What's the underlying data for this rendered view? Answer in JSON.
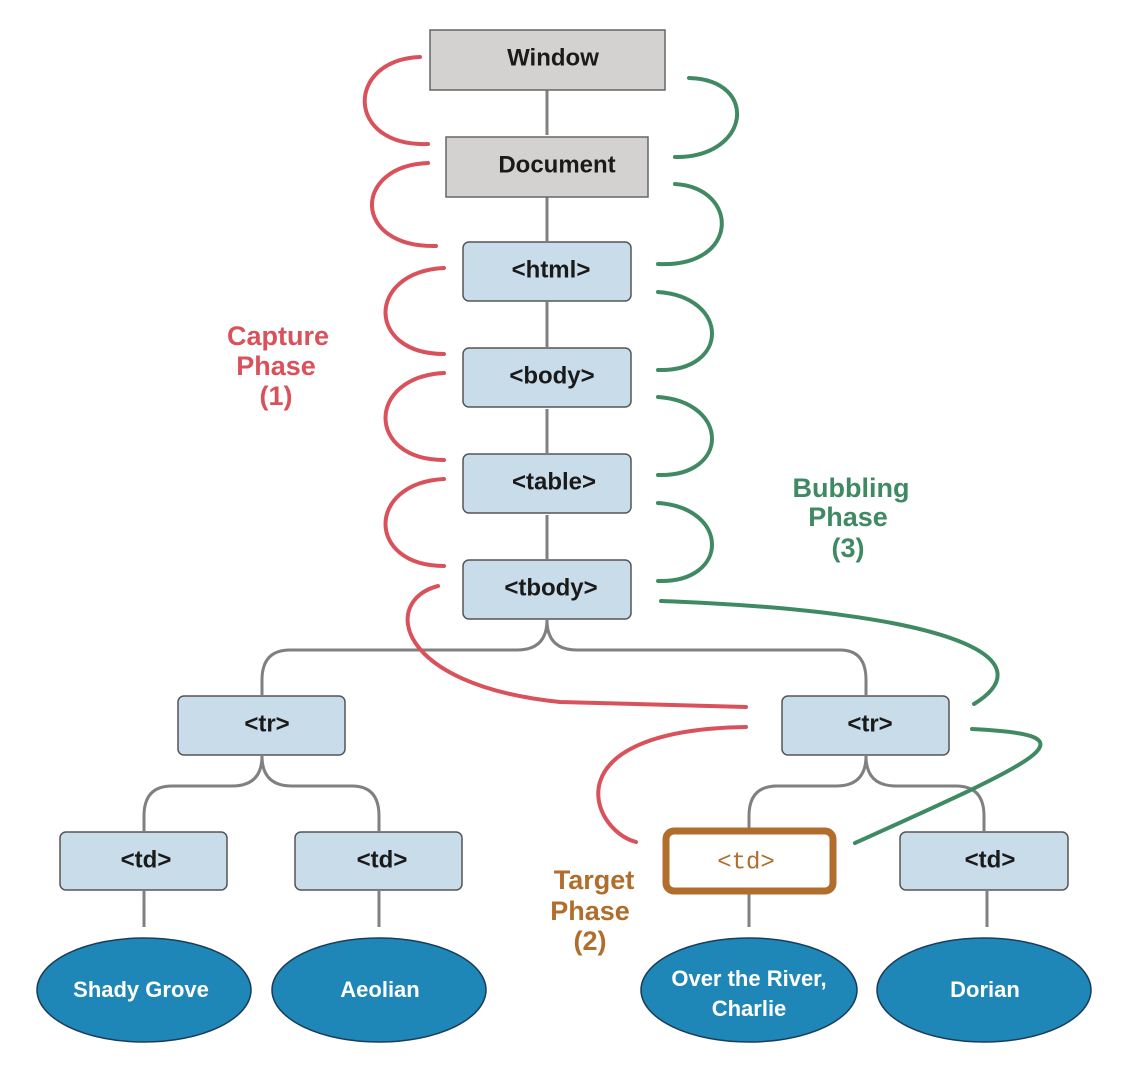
{
  "colors": {
    "capture": "#d9515a",
    "bubble": "#3f8a62",
    "target": "#b06d2c",
    "gray_box": "#d4d2d1",
    "node_box": "#c8dcea",
    "leaf": "#1f86b8",
    "connector": "#808080"
  },
  "nodes": {
    "window": "Window",
    "document": "Document",
    "html": "<html>",
    "body": "<body>",
    "table": "<table>",
    "tbody": "<tbody>",
    "tr_left": "<tr>",
    "tr_right": "<tr>",
    "td_1": "<td>",
    "td_2": "<td>",
    "td_target": "<td>",
    "td_4": "<td>"
  },
  "leaves": {
    "leaf_1": "Shady Grove",
    "leaf_2": "Aeolian",
    "leaf_3_line1": "Over the River,",
    "leaf_3_line2": "Charlie",
    "leaf_4": "Dorian"
  },
  "phases": {
    "capture": {
      "line1": "Capture",
      "line2": "Phase",
      "line3": "(1)"
    },
    "bubbling": {
      "line1": "Bubbling",
      "line2": "Phase",
      "line3": "(3)"
    },
    "target": {
      "line1": "Target",
      "line2": "Phase",
      "line3": "(2)"
    }
  }
}
